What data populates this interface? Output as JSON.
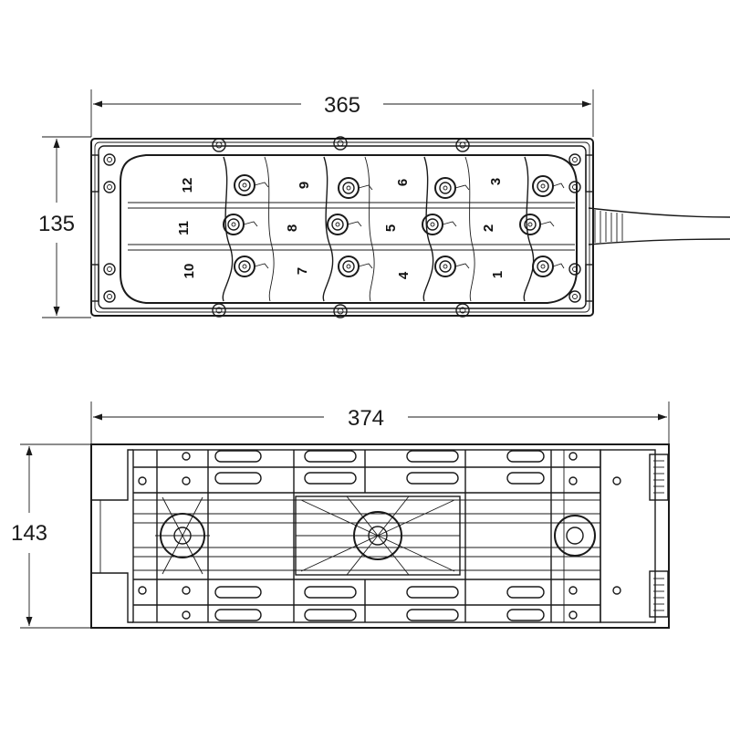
{
  "top_view": {
    "width_label": "365",
    "height_label": "135",
    "port_numbers": [
      "12",
      "11",
      "10",
      "9",
      "8",
      "7",
      "6",
      "5",
      "4",
      "3",
      "2",
      "1"
    ]
  },
  "bottom_view": {
    "width_label": "374",
    "height_label": "143"
  },
  "colors": {
    "line": "#1a1a1a",
    "background": "#ffffff"
  }
}
